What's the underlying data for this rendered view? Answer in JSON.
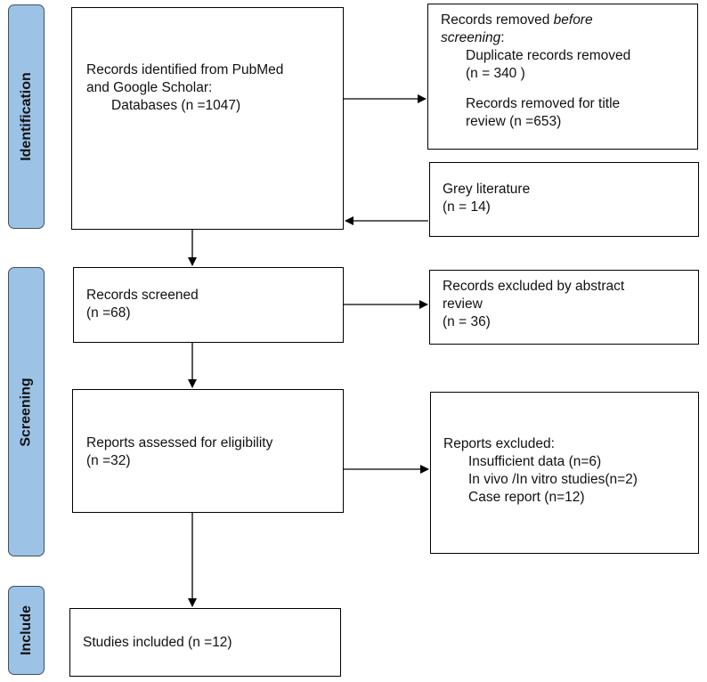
{
  "phases": {
    "identification": "Identification",
    "screening": "Screening",
    "include": "Include"
  },
  "boxes": {
    "records_identified": {
      "line1": "Records identified from PubMed",
      "line2": "and Google Scholar:",
      "line3": "Databases (n =1047)"
    },
    "records_removed": {
      "title_prefix": "Records removed ",
      "title_italic": "before",
      "title_italic_2": "screening",
      "title_suffix": ":",
      "duplicate_label": "Duplicate records removed",
      "duplicate_count": "(n = 340 )",
      "title_review_label": "Records removed for title",
      "title_review_count": "review (n =653)"
    },
    "grey_literature": {
      "label": "Grey literature",
      "count": "(n = 14)"
    },
    "records_screened": {
      "label": "Records screened",
      "count": "(n =68)"
    },
    "records_excluded": {
      "line1": "Records excluded by abstract",
      "line2": "review",
      "count": "(n = 36)"
    },
    "reports_assessed": {
      "label": "Reports assessed for eligibility",
      "count": "(n =32)"
    },
    "reports_excluded": {
      "title": "Reports excluded:",
      "items": [
        "Insufficient data (n=6)",
        "In vivo /In vitro studies(n=2)",
        "Case report (n=12)"
      ]
    },
    "studies_included": {
      "label": "Studies included (n =12)"
    }
  },
  "colors": {
    "phase_fill": "#9cc3e6",
    "phase_border": "#3d4f63",
    "box_border": "#000000",
    "arrow": "#000000"
  }
}
